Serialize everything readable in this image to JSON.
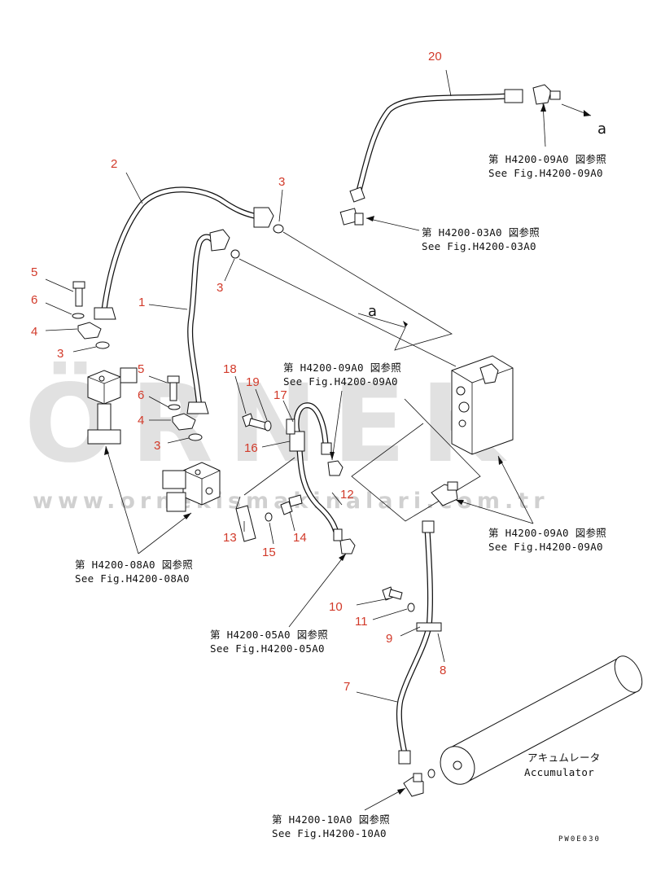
{
  "watermark": {
    "brand": "ÖRNEK",
    "url": "www.ornekismakinalari.com.tr"
  },
  "callouts": [
    {
      "id": "c20",
      "text": "20"
    },
    {
      "id": "c2",
      "text": "2"
    },
    {
      "id": "c3a",
      "text": "3"
    },
    {
      "id": "c3b",
      "text": "3"
    },
    {
      "id": "c5a",
      "text": "5"
    },
    {
      "id": "c6a",
      "text": "6"
    },
    {
      "id": "c4a",
      "text": "4"
    },
    {
      "id": "c3c",
      "text": "3"
    },
    {
      "id": "c1",
      "text": "1"
    },
    {
      "id": "c5b",
      "text": "5"
    },
    {
      "id": "c6b",
      "text": "6"
    },
    {
      "id": "c4b",
      "text": "4"
    },
    {
      "id": "c3d",
      "text": "3"
    },
    {
      "id": "c18",
      "text": "18"
    },
    {
      "id": "c19",
      "text": "19"
    },
    {
      "id": "c17",
      "text": "17"
    },
    {
      "id": "c16",
      "text": "16"
    },
    {
      "id": "c12",
      "text": "12"
    },
    {
      "id": "c13",
      "text": "13"
    },
    {
      "id": "c14",
      "text": "14"
    },
    {
      "id": "c15",
      "text": "15"
    },
    {
      "id": "c10",
      "text": "10"
    },
    {
      "id": "c11",
      "text": "11"
    },
    {
      "id": "c9",
      "text": "9"
    },
    {
      "id": "c8",
      "text": "8"
    },
    {
      "id": "c7",
      "text": "7"
    }
  ],
  "references": {
    "r09a_top": {
      "jp": "第 H4200-09A0 図参照",
      "en": "See Fig.H4200-09A0"
    },
    "r03a": {
      "jp": "第 H4200-03A0 図参照",
      "en": "See Fig.H4200-03A0"
    },
    "r09a_mid": {
      "jp": "第 H4200-09A0 図参照",
      "en": "See Fig.H4200-09A0"
    },
    "r09a_right": {
      "jp": "第 H4200-09A0 図参照",
      "en": "See Fig.H4200-09A0"
    },
    "r08a": {
      "jp": "第 H4200-08A0 図参照",
      "en": "See Fig.H4200-08A0"
    },
    "r05a": {
      "jp": "第 H4200-05A0 図参照",
      "en": "See Fig.H4200-05A0"
    },
    "r10a": {
      "jp": "第 H4200-10A0 図参照",
      "en": "See Fig.H4200-10A0"
    }
  },
  "letters": {
    "a_top": "a",
    "a_mid": "a"
  },
  "accumulator": {
    "jp": "アキュムレータ",
    "en": "Accumulator"
  },
  "drawing_code": "PW0E030"
}
